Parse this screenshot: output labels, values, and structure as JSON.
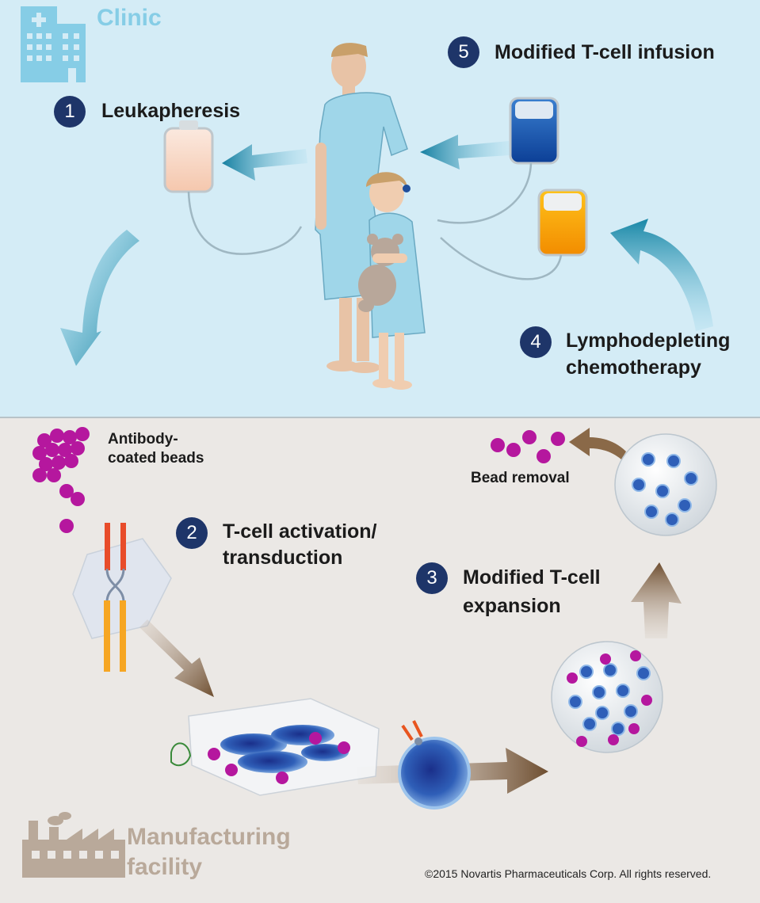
{
  "clinic": {
    "title": "Clinic",
    "icon": "hospital-icon",
    "bg_color": "#d4ecf6",
    "accent_color": "#86cde6"
  },
  "manufacturing": {
    "title_line1": "Manufacturing",
    "title_line2": "facility",
    "icon": "factory-icon",
    "bg_color": "#ebe8e5",
    "accent_color": "#b9a99a"
  },
  "steps": [
    {
      "number": "1",
      "label": "Leukapheresis"
    },
    {
      "number": "2",
      "label_line1": "T-cell activation/",
      "label_line2": "transduction"
    },
    {
      "number": "3",
      "label_line1": "Modified T-cell",
      "label_line2": "expansion"
    },
    {
      "number": "4",
      "label_line1": "Lymphodepleting",
      "label_line2": "chemotherapy"
    },
    {
      "number": "5",
      "label": "Modified T-cell infusion"
    }
  ],
  "labels": {
    "beads_line1": "Antibody-",
    "beads_line2": "coated beads",
    "bead_removal": "Bead removal"
  },
  "copyright": "©2015 Novartis Pharmaceuticals Corp. All rights reserved.",
  "colors": {
    "step_badge": "#1e3569",
    "bead": "#b5179e",
    "clinic_arrow": "#1e8aa8",
    "factory_arrow": "#7a5a3a",
    "cell": "#2a5aa6"
  }
}
